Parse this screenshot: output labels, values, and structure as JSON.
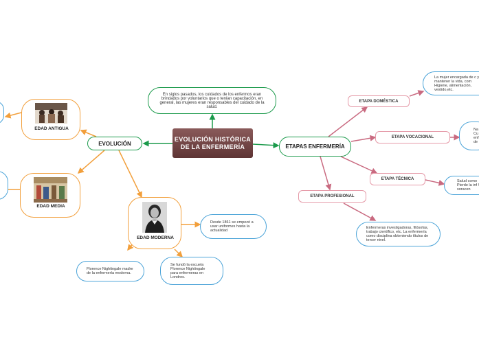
{
  "center": {
    "title": "EVOLUCIÓN HISTÓRICA DE LA ENFERMERÍA"
  },
  "intro": {
    "text": "En siglos pasados, los cuidados de los enfermos eran brindados por voluntarios que o tenían capacitación, en general, las mujeres eran responsables del cuidado de la salud."
  },
  "evolucion": {
    "label": "EVOLUCIÓN",
    "antigua": {
      "label": "EDAD ANTIGUA"
    },
    "media": {
      "label": "EDAD MEDIA"
    },
    "moderna": {
      "label": "EDAD MODERNA",
      "note1": "Desde 1861 se empezó a usar uniformes hasta la actualidad",
      "note2": "Florence Nightingale madre de la enfermería moderna.",
      "note3": "Se fundó la escuela Florence Nightingale para enfermeras en Londres."
    }
  },
  "etapas": {
    "label": "ETAPAS ENFERMERÍA",
    "domestica": {
      "label": "ETAPA DOMÉSTICA",
      "note": "La mujer encargada de c y mantener la vida, com Higiene, alimentación, vestido,etc."
    },
    "vocacional": {
      "label": "ETAPA VOCACIONAL",
      "note": "Na Cu co enf de"
    },
    "tecnica": {
      "label": "ETAPA TÉCNICA",
      "note": "Salud como Pierde la inf Se soracen"
    },
    "profesional": {
      "label": "ETAPA PROFESIONAL",
      "note": "Enfermeras investigadoras, filósofas, trabajo científico, etc. La enfermería como disciplina obteniendo títulos de tercer nivel."
    }
  },
  "colors": {
    "green": "#1b9a4b",
    "orange": "#f29f3b",
    "pink": "#c96a80",
    "blue": "#4aa3d8",
    "center": "#6e4444"
  }
}
